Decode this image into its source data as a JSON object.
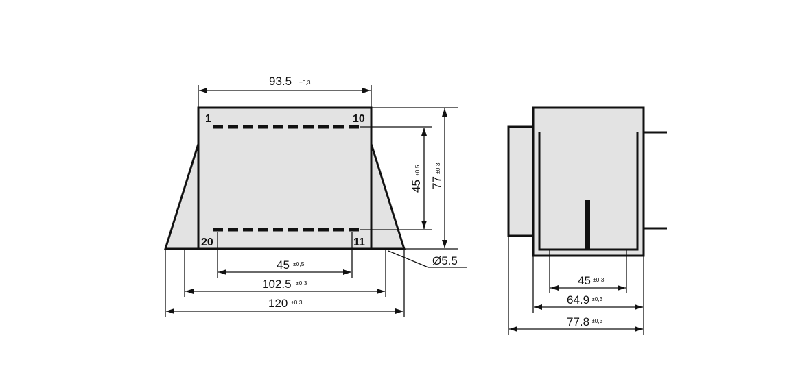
{
  "front_view": {
    "top_width": {
      "value": "93.5",
      "tol": "±0,3"
    },
    "height_outer": {
      "value": "77",
      "tol": "±0,3"
    },
    "height_pins": {
      "value": "45",
      "tol": "±0,5"
    },
    "bottom_pin_span": {
      "value": "45",
      "tol": "±0,5"
    },
    "mount_span": {
      "value": "102.5",
      "tol": "±0,3"
    },
    "base_width": {
      "value": "120",
      "tol": "±0,3"
    },
    "hole_diameter": "Ø5.5",
    "pin_labels": {
      "top_left": "1",
      "top_right": "10",
      "bottom_left": "20",
      "bottom_right": "11"
    }
  },
  "side_view": {
    "pin_span": {
      "value": "45",
      "tol": "±0,3"
    },
    "inner_width": {
      "value": "64.9",
      "tol": "±0,3"
    },
    "overall_width": {
      "value": "77.8",
      "tol": "±0,3"
    }
  }
}
